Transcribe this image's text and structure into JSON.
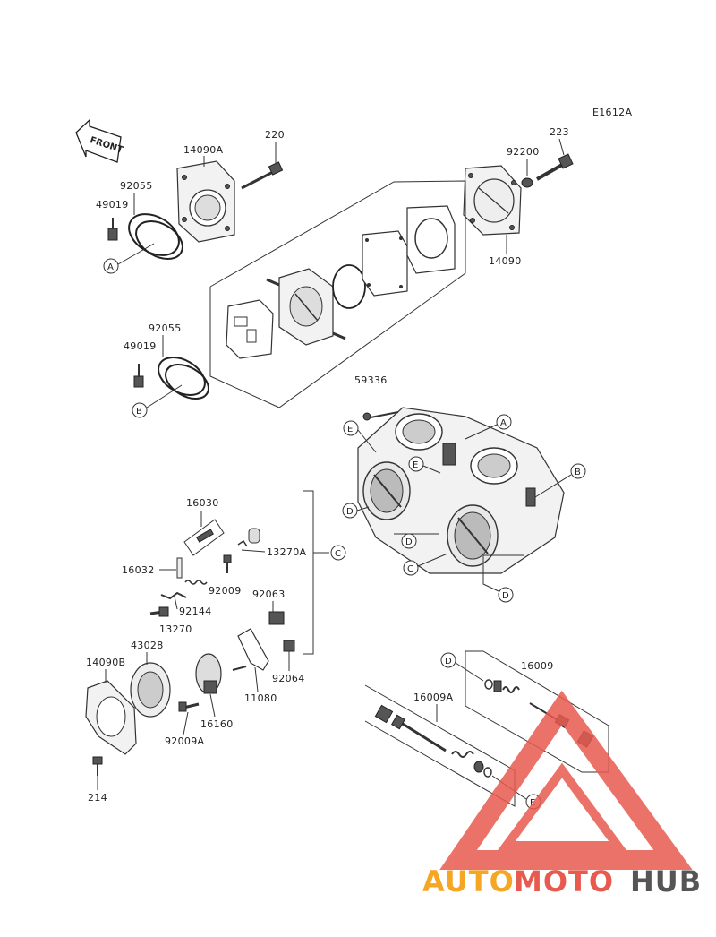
{
  "diagram": {
    "code": "E1612A",
    "front_label": "FRONT",
    "parts": {
      "p220": "220",
      "p223": "223",
      "p14090A": "14090A",
      "p14090": "14090",
      "p92200": "92200",
      "p92055_top": "92055",
      "p49019_top": "49019",
      "p92055_mid": "92055",
      "p49019_mid": "49019",
      "p59336": "59336",
      "p16030": "16030",
      "p16032": "16032",
      "p13270A": "13270A",
      "p92009": "92009",
      "p92063": "92063",
      "p92144": "92144",
      "p13270": "13270",
      "p43028": "43028",
      "p14090B": "14090B",
      "p92064": "92064",
      "p11080": "11080",
      "p16160": "16160",
      "p92009A": "92009A",
      "p214": "214",
      "p16009": "16009",
      "p16009A": "16009A"
    },
    "refs": {
      "A": "A",
      "B": "B",
      "C": "C",
      "D": "D",
      "E": "E"
    }
  },
  "watermark": {
    "part1": "AUTO",
    "part2": "MOTO",
    "part3": "HUB",
    "color1": "#f5a623",
    "color2": "#e85a4f",
    "color3": "#555555"
  }
}
